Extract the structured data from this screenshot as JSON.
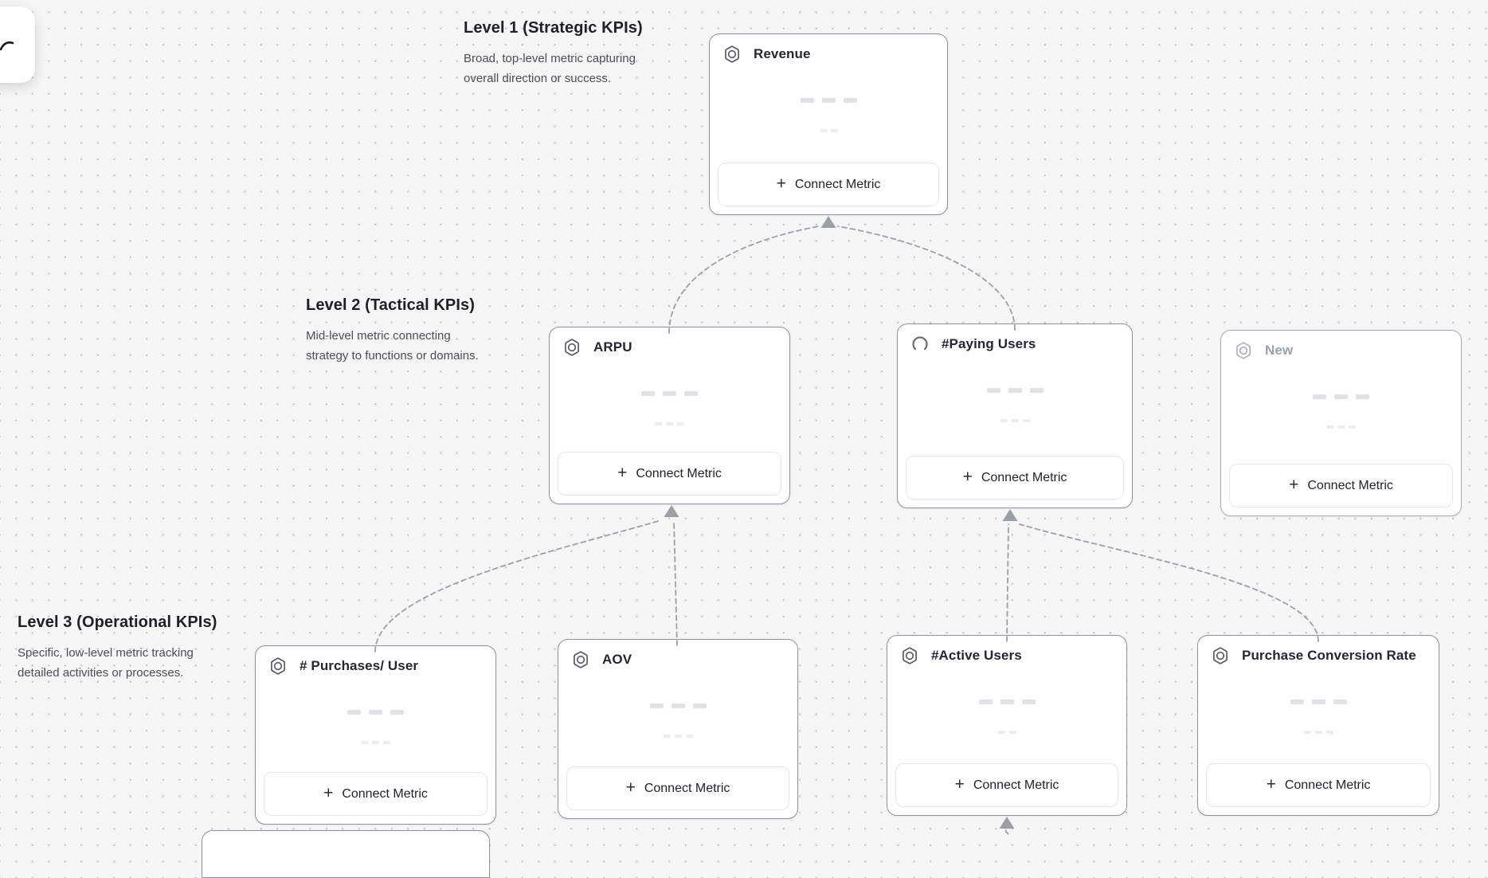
{
  "levels": [
    {
      "title": "Level 1 (Strategic KPIs)",
      "description": "Broad, top-level metric capturing overall direction or success."
    },
    {
      "title": "Level 2 (Tactical KPIs)",
      "description": "Mid-level metric connecting strategy to functions or domains."
    },
    {
      "title": "Level 3 (Operational KPIs)",
      "description": "Specific, low-level metric tracking detailed activities or processes."
    }
  ],
  "cards": [
    {
      "title": "Revenue",
      "icon": "metric-hexagon",
      "button_label": "Connect Metric"
    },
    {
      "title": "ARPU",
      "icon": "metric-hexagon",
      "button_label": "Connect Metric"
    },
    {
      "title": "#Paying Users",
      "icon": "loading-spinner",
      "button_label": "Connect Metric"
    },
    {
      "title": "New",
      "icon": "metric-hexagon",
      "state": "pending",
      "button_label": "Connect Metric"
    },
    {
      "title": "# Purchases/ User",
      "icon": "metric-hexagon",
      "button_label": "Connect Metric"
    },
    {
      "title": "AOV",
      "icon": "metric-hexagon",
      "button_label": "Connect Metric"
    },
    {
      "title": "#Active Users",
      "icon": "metric-hexagon",
      "button_label": "Connect Metric"
    },
    {
      "title": "Purchase Conversion Rate",
      "icon": "metric-hexagon",
      "button_label": "Connect Metric"
    }
  ],
  "ui": {
    "plus": "+"
  },
  "colors": {
    "canvas_bg": "#f6f6f7",
    "grid_dot": "#c7c8cc",
    "card_border": "#8d929a",
    "pending_card_border": "#a6abb3",
    "card_title": "#24282e",
    "pending_title": "#9aa1a9",
    "arrow": "#9aa0a8",
    "button_border": "#e4e6ea",
    "skeleton_bar": "#e1e2e6"
  }
}
